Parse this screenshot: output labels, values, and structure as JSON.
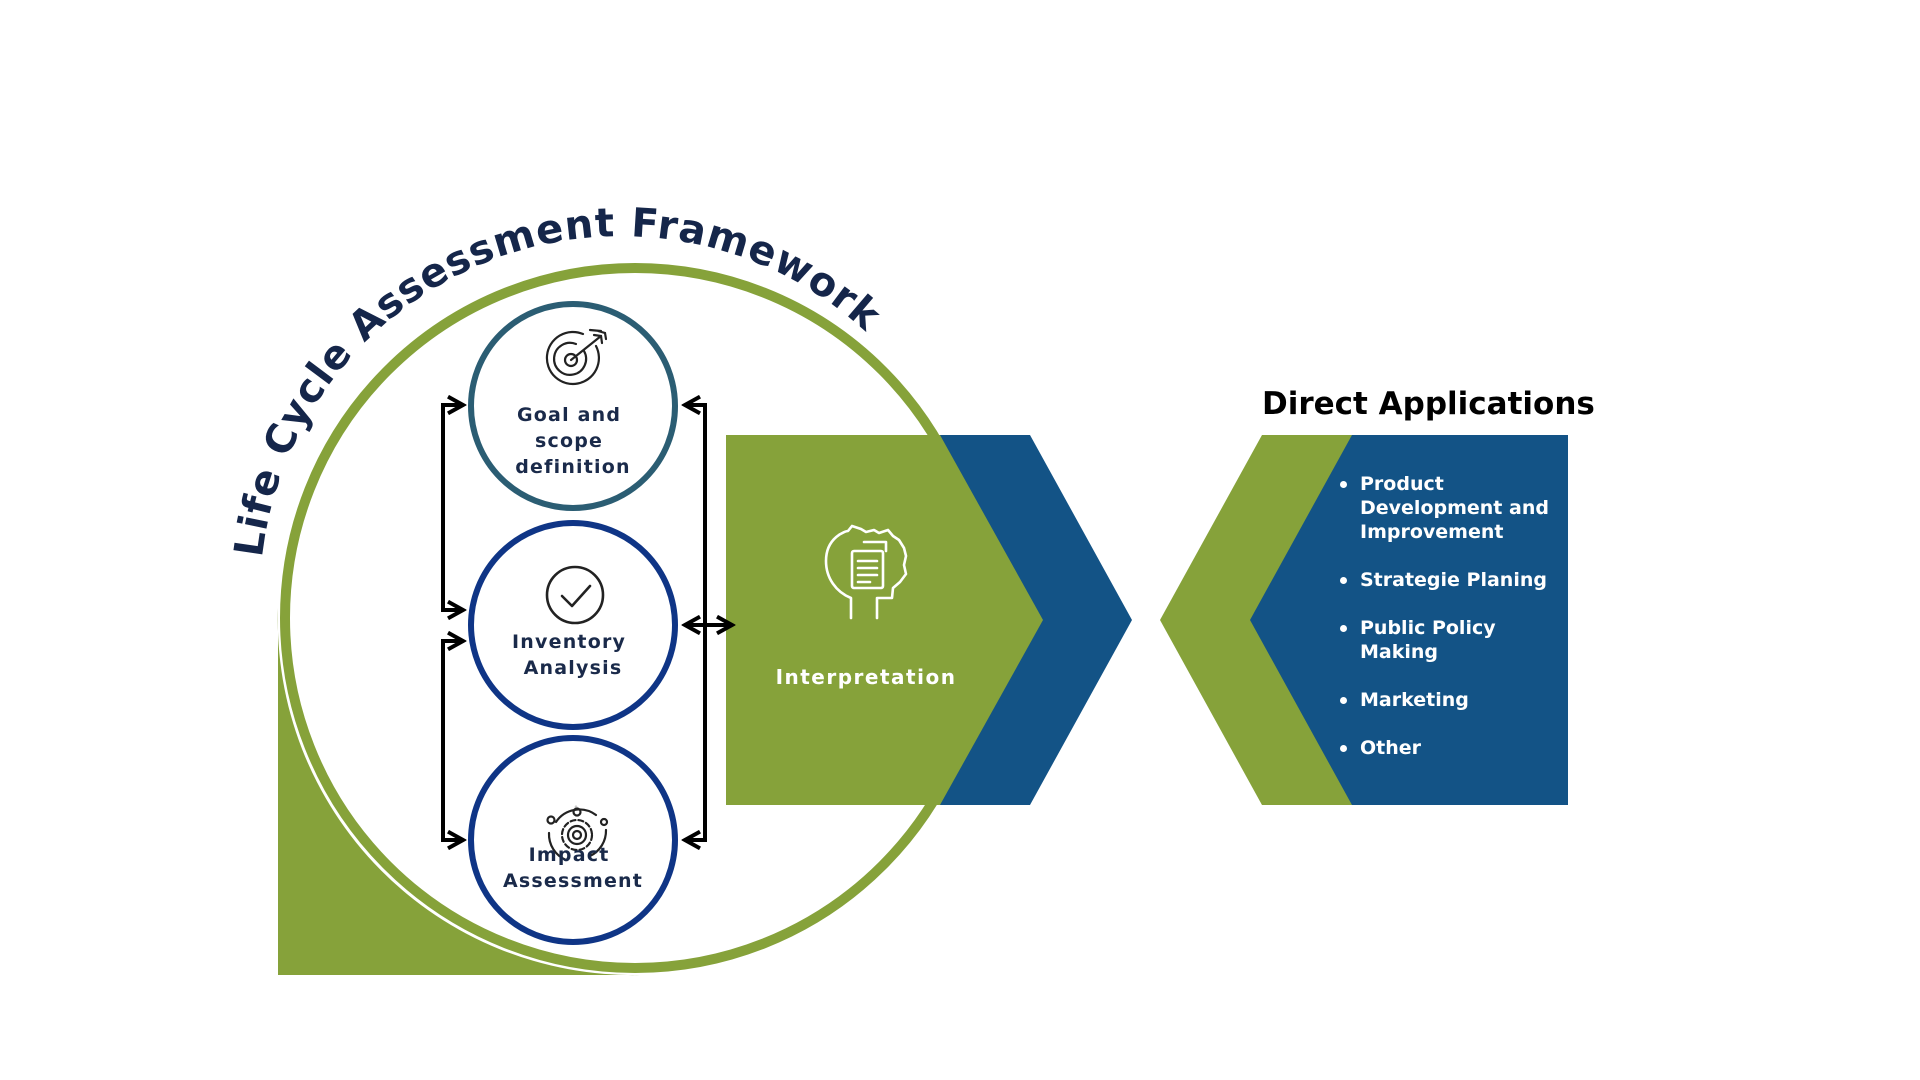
{
  "framework": {
    "title": "Life Cycle Assessment Framework",
    "stages": [
      {
        "icon": "target-arrow-icon",
        "label_lines": [
          "Goal and",
          "scope",
          "definition"
        ]
      },
      {
        "icon": "check-circle-icon",
        "label_lines": [
          "Inventory",
          "Analysis"
        ]
      },
      {
        "icon": "gear-cycle-icon",
        "label_lines": [
          "Impact",
          "Assessment"
        ]
      }
    ],
    "interpretation": {
      "icon": "head-gear-document-icon",
      "label": "Interpretation"
    }
  },
  "applications": {
    "title": "Direct Applications",
    "items": [
      "Product Development and Improvement",
      "Strategie Planing",
      "Public Policy Making",
      "Marketing",
      "Other"
    ]
  },
  "colors": {
    "green": "#86a23a",
    "blue": "#135386",
    "navy": "#0f3586",
    "teal_ring": "#2b5d73",
    "title": "#15264a"
  }
}
